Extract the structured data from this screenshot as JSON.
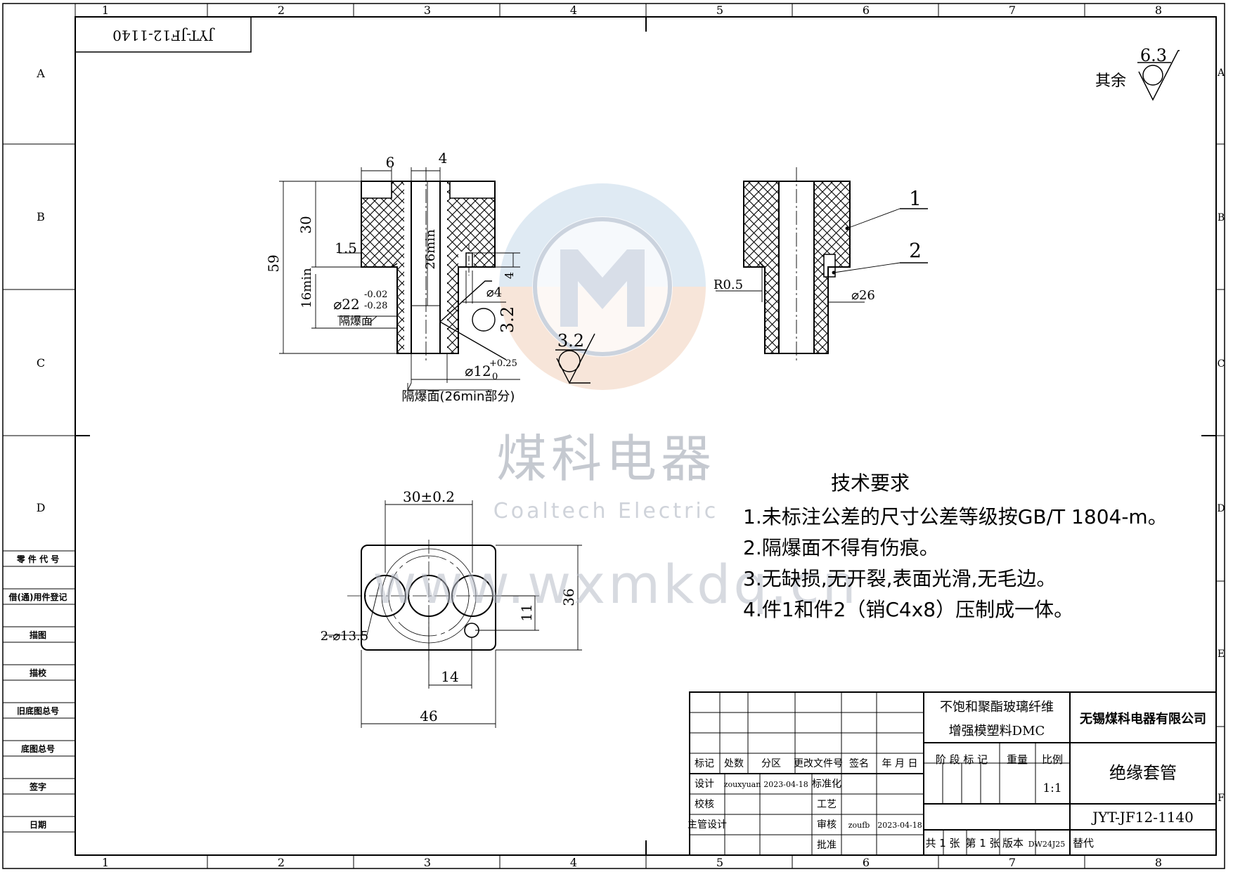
{
  "drawing_number": "JYT-JF12-1140",
  "drawing_number_rotated": "JYT-JF12-1140",
  "zone_columns": [
    "1",
    "2",
    "3",
    "4",
    "5",
    "6",
    "7",
    "8"
  ],
  "zone_rows_left": [
    "A",
    "B",
    "C",
    "D"
  ],
  "zone_rows_right": [
    "A",
    "B",
    "C",
    "D",
    "E",
    "F"
  ],
  "left_strip": [
    "零 件 代 号",
    "借(通)用件登记",
    "描图",
    "描校",
    "旧底图总号",
    "底图总号",
    "签字",
    "日期"
  ],
  "roughness_general": {
    "label": "其余",
    "value": "6.3"
  },
  "watermark": {
    "cn": "煤科电器",
    "en": "Coaltech Electric",
    "url": "www.wxmkdq.cn",
    "color_blue": "#c9dbea",
    "color_orange": "#f4d8c6",
    "color_gray": "#b8bdc8"
  },
  "section_view": {
    "dims": {
      "d6": "6",
      "d4_top": "4",
      "d30": "30",
      "d59": "59",
      "d1_5": "1.5",
      "d26min": "26min",
      "d16min": "16min",
      "d4_right": "4",
      "phi4": "⌀4",
      "phi22": "⌀22",
      "phi22_upper": "-0.02",
      "phi22_lower": "-0.28",
      "label_barrier": "隔爆面",
      "rough_32a": "3.2",
      "rough_32b": "3.2",
      "phi12": "⌀12",
      "phi12_upper": "+0.25",
      "phi12_lower": "0",
      "barrier_note": "隔爆面(26min部分)"
    }
  },
  "assembly_view": {
    "r05": "R0.5",
    "phi26": "⌀26",
    "part1": "1",
    "part2": "2"
  },
  "plan_view": {
    "d30": "30±0.2",
    "d36": "36",
    "d11": "11",
    "d14": "14",
    "d46": "46",
    "holes": "2-⌀13.5"
  },
  "tech_requirements": {
    "title": "技术要求",
    "items": [
      "1.未标注公差的尺寸公差等级按GB/T 1804-m。",
      "2.隔爆面不得有伤痕。",
      "3.无缺损,无开裂,表面光滑,无毛边。",
      "4.件1和件2（销C4x8）压制成一体。"
    ]
  },
  "title_block": {
    "headers": [
      "标记",
      "处数",
      "分区",
      "更改文件号",
      "签名",
      "年 月 日"
    ],
    "design_label": "设计",
    "designer": "zouxyuan",
    "design_date": "2023-04-18",
    "standardization": "标准化",
    "check_label": "校核",
    "process": "工艺",
    "chief_label": "主管设计",
    "review_label": "审核",
    "reviewer": "zoufb",
    "review_date": "2023-04-18",
    "approve_label": "批准",
    "material_line1": "不饱和聚酯玻璃纤维",
    "material_line2": "增强模塑料DMC",
    "stage_label": "阶 段 标 记",
    "weight_label": "重量",
    "scale_label": "比例",
    "scale": "1:1",
    "company": "无锡煤科电器有限公司",
    "part_name": "绝缘套管",
    "drawing_number": "JYT-JF12-1140",
    "total_sheets": "共 1 张",
    "sheet_no": "第 1 张",
    "version_label": "版本",
    "version": "DW24J25",
    "replaces": "替代"
  }
}
